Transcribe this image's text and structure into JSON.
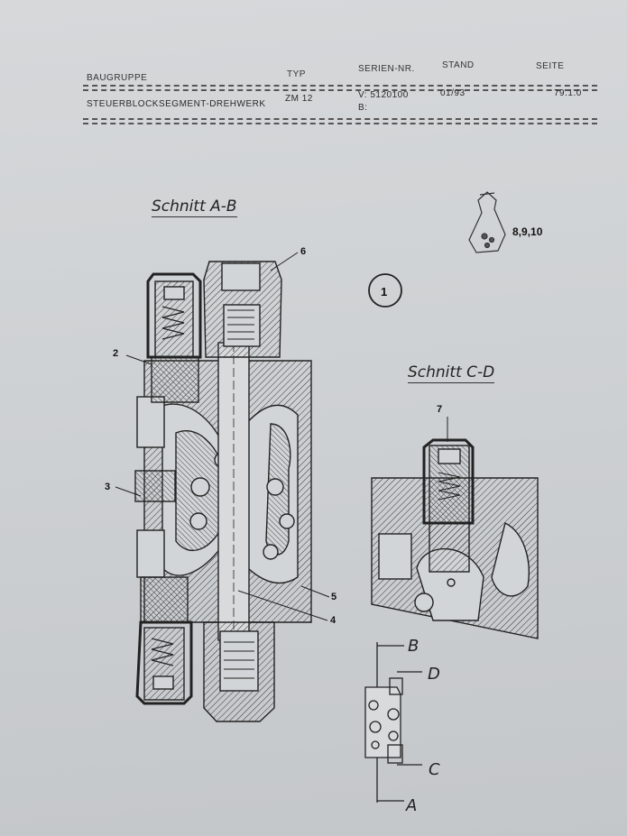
{
  "header": {
    "labels": {
      "baugruppe": "BAUGRUPPE",
      "typ": "TYP",
      "serien_nr": "SERIEN-NR.",
      "stand": "STAND",
      "seite": "SEITE"
    },
    "values": {
      "baugruppe": "STEUERBLOCKSEGMENT-DREHWERK",
      "typ": "ZM 12",
      "serien_v": "V: 5120100",
      "serien_b": "B:",
      "stand": "01/93",
      "seite": "79.1.0"
    }
  },
  "drawing": {
    "section_ab_title": "Schnitt A-B",
    "section_cd_title": "Schnitt C-D",
    "bag_label": "8,9,10",
    "circle_label": "1",
    "callouts": [
      "2",
      "3",
      "4",
      "5",
      "6",
      "7"
    ],
    "view_letters": {
      "a": "A",
      "b": "B",
      "c": "C",
      "d": "D"
    }
  }
}
